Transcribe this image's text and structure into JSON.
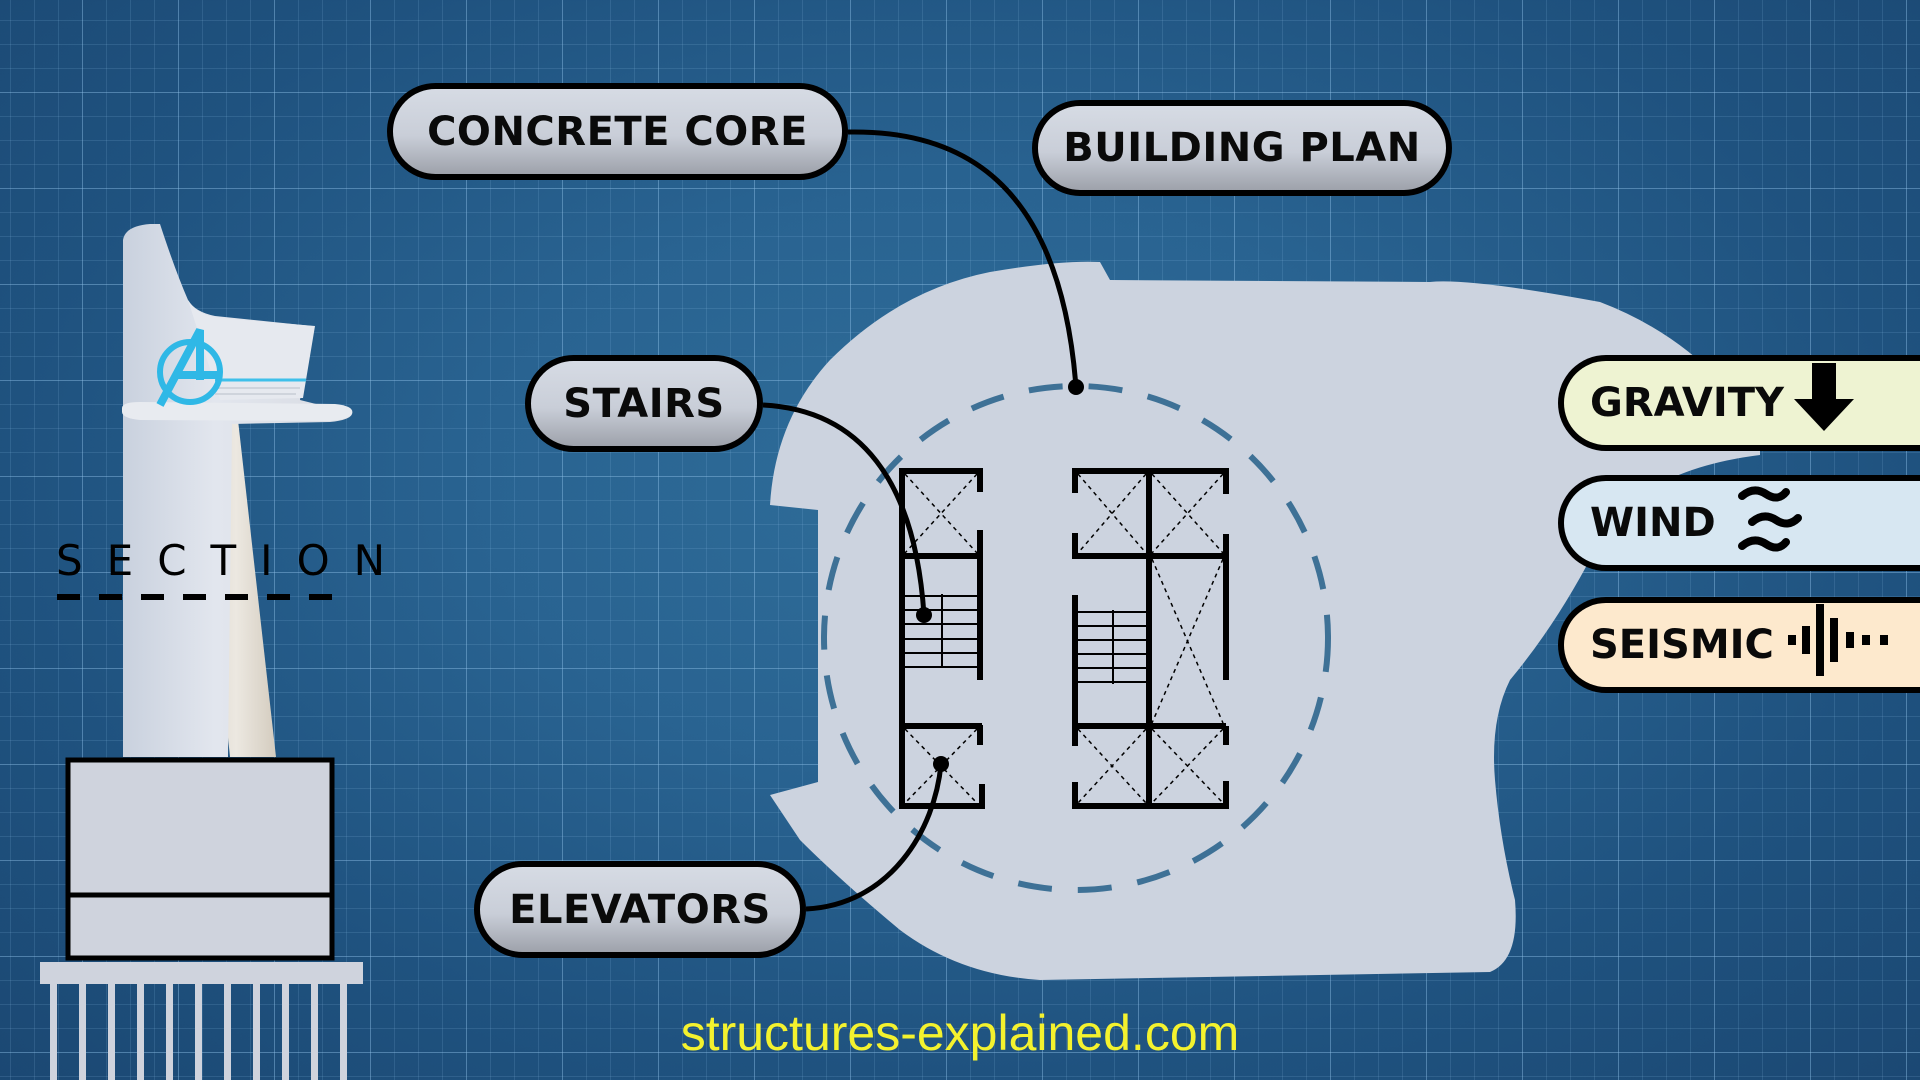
{
  "labels": {
    "concrete_core": "CONCRETE CORE",
    "building_plan": "BUILDING PLAN",
    "stairs": "STAIRS",
    "elevators": "ELEVATORS",
    "section": "SECTION"
  },
  "loads": [
    {
      "label": "GRAVITY",
      "icon": "down-arrow-icon",
      "color": "#eef3d2"
    },
    {
      "label": "WIND",
      "icon": "wind-waves-icon",
      "color": "#d7e7f2"
    },
    {
      "label": "SEISMIC",
      "icon": "seismic-wave-icon",
      "color": "#fde9cd"
    }
  ],
  "footer": {
    "website": "structures-explained.com"
  },
  "colors": {
    "background": "#245a88",
    "plan_fill": "#ccd3df",
    "core_circle_dash": "#3e7196",
    "logo_accent": "#2fb8e6",
    "footer_text": "#f4f22e"
  }
}
